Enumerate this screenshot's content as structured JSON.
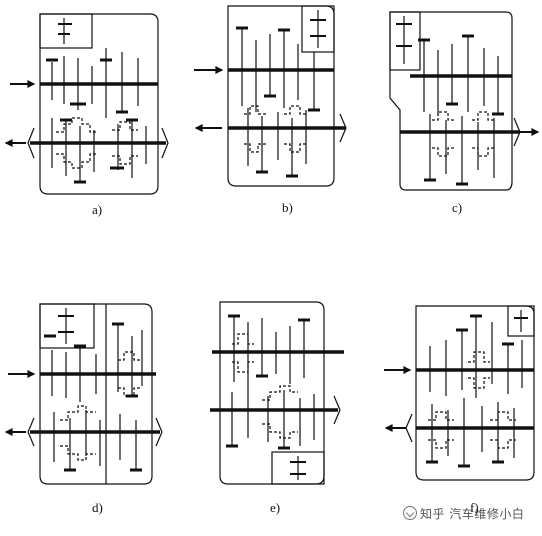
{
  "figure": {
    "panels": [
      {
        "id": "a",
        "label": "a)"
      },
      {
        "id": "b",
        "label": "b)"
      },
      {
        "id": "c",
        "label": "c)"
      },
      {
        "id": "d",
        "label": "d)"
      },
      {
        "id": "e",
        "label": "e)"
      },
      {
        "id": "f",
        "label": "f)"
      }
    ]
  },
  "watermark": {
    "text": "知乎 汽车维修小白",
    "icon": "zhihu-logo-icon"
  },
  "colors": {
    "ink": "#111111",
    "background": "#ffffff",
    "watermark": "#555555"
  }
}
